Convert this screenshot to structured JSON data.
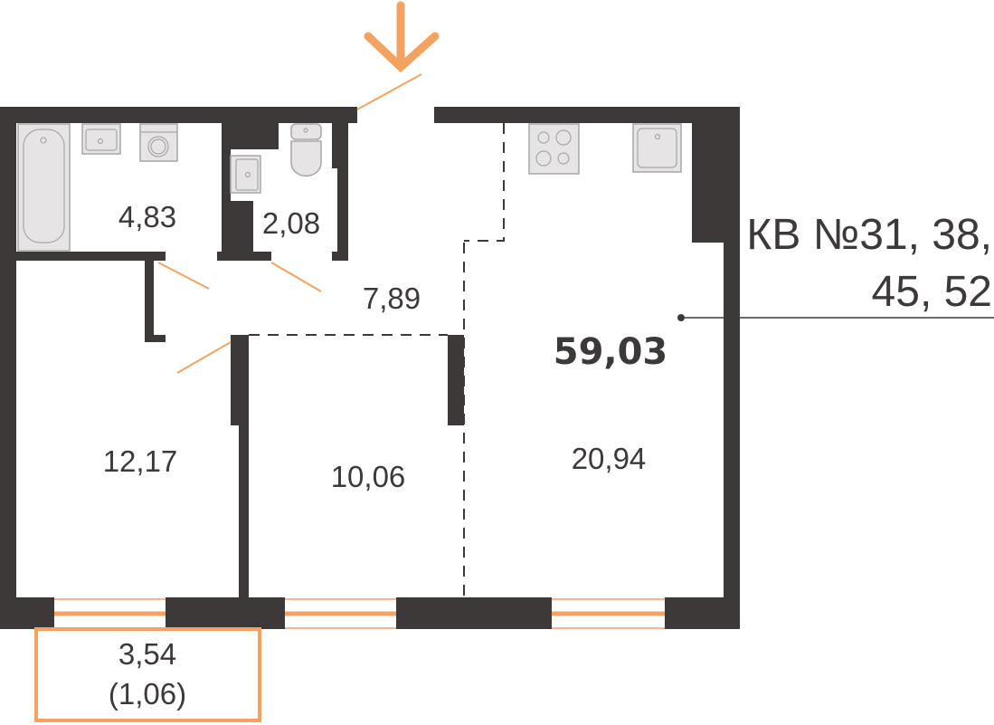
{
  "plan": {
    "total_area": "59,03",
    "apartment_label_line1": "КВ №31, 38,",
    "apartment_label_line2": "45, 52",
    "rooms": {
      "bathroom": "4,83",
      "toilet": "2,08",
      "hallway": "7,89",
      "bedroom_left": "12,17",
      "bedroom_middle": "10,06",
      "kitchen_living": "20,94"
    },
    "balcony": {
      "area": "3,54",
      "reduced_area": "(1,06)"
    }
  },
  "colors": {
    "wall": "#3d3938",
    "accent": "#f5a15f"
  }
}
